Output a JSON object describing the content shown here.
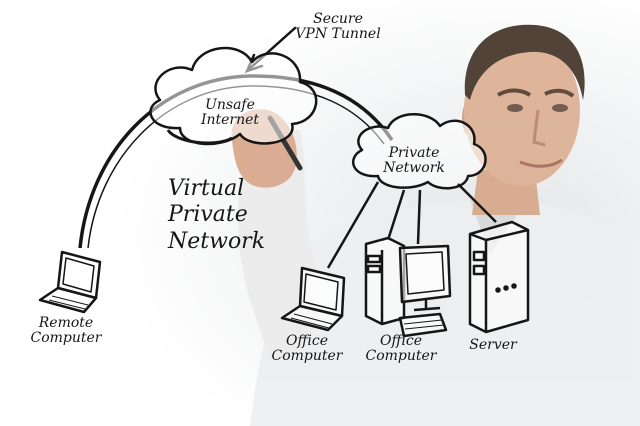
{
  "labels": {
    "tunnel": [
      "Secure",
      "VPN Tunnel"
    ],
    "internet": [
      "Unsafe",
      "Internet"
    ],
    "private_network": [
      "Private",
      "Network"
    ],
    "title": [
      "Virtual",
      "Private",
      "Network"
    ],
    "remote": [
      "Remote",
      "Computer"
    ],
    "office1": [
      "Office",
      "Computer"
    ],
    "office2": [
      "Office",
      "Computer"
    ],
    "server": [
      "Server"
    ]
  },
  "icons": {
    "internet_cloud": "cloud-icon",
    "private_cloud": "cloud-icon",
    "remote": "laptop-icon",
    "office1": "laptop-icon",
    "office2": "desktop-computer-icon",
    "server": "server-tower-icon"
  },
  "colors": {
    "ink": "#161616",
    "background": "#ffffff"
  }
}
